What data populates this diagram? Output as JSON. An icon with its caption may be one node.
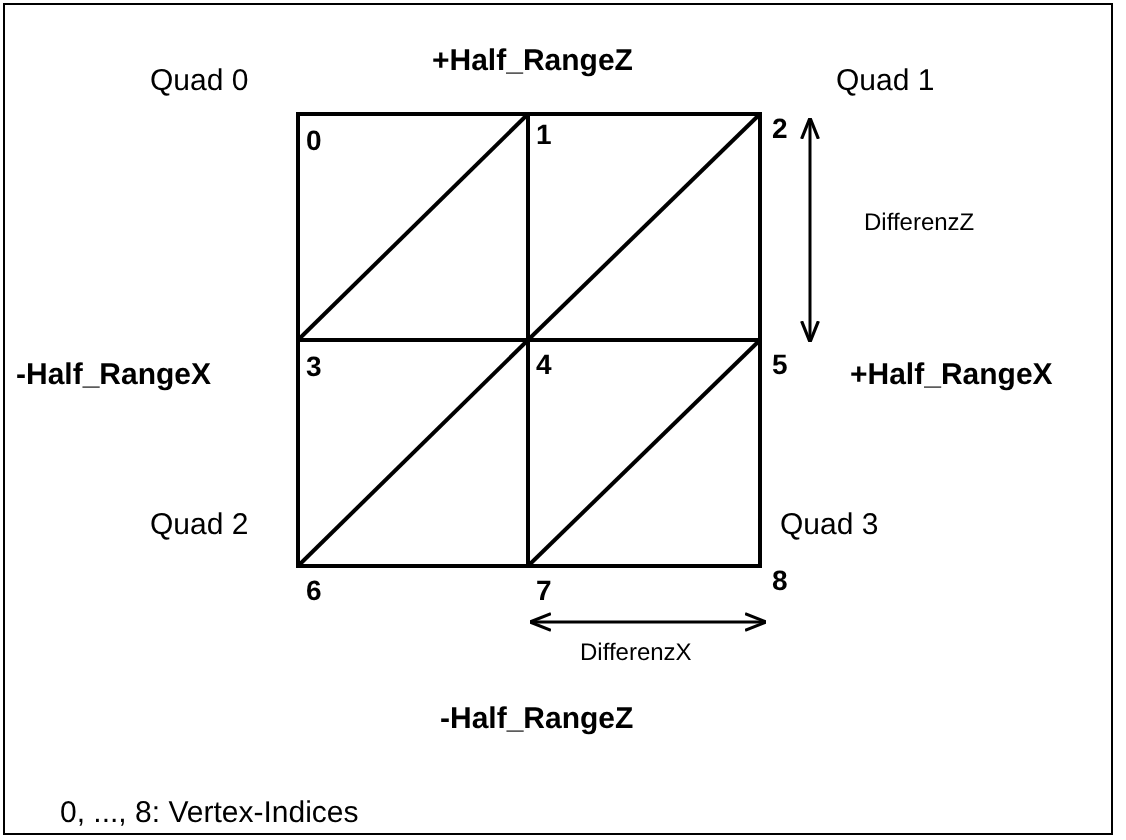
{
  "diagram": {
    "labels": [
      "+Half_RangeZ",
      "Quad 0",
      "Quad 1",
      "0",
      "1",
      "2",
      "DifferenzZ",
      "-Half_RangeX",
      "3",
      "4",
      "5",
      "+Half_RangeX",
      "Quad 2",
      "Quad 3",
      "6",
      "7",
      "8",
      "DifferenzX",
      "-Half_RangeZ",
      "0, ..., 8: Vertex-Indices"
    ]
  }
}
